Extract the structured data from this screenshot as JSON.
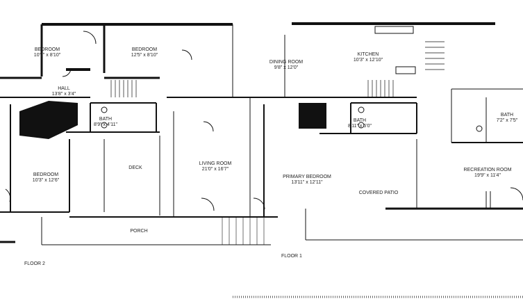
{
  "floors": [
    {
      "id": "floor-2",
      "label": "FLOOR 2"
    },
    {
      "id": "floor-1",
      "label": "FLOOR 1"
    }
  ],
  "rooms": [
    {
      "id": "bedroom-top-left",
      "name": "BEDROOM",
      "dims": "10'9\" x 8'10\""
    },
    {
      "id": "bedroom-top-mid",
      "name": "BEDROOM",
      "dims": "12'5\" x 8'10\""
    },
    {
      "id": "hall",
      "name": "HALL",
      "dims": "13'8\" x 3'4\""
    },
    {
      "id": "bath-floor2",
      "name": "BATH",
      "dims": "8'9\" x 4'11\""
    },
    {
      "id": "bedroom-lower-left",
      "name": "BEDROOM",
      "dims": "10'3\" x 12'6\""
    },
    {
      "id": "deck",
      "name": "DECK",
      "dims": ""
    },
    {
      "id": "porch",
      "name": "PORCH",
      "dims": ""
    },
    {
      "id": "dining-room",
      "name": "DINING ROOM",
      "dims": "9'8\" x 12'0\""
    },
    {
      "id": "kitchen",
      "name": "KITCHEN",
      "dims": "10'3\" x 12'10\""
    },
    {
      "id": "living-room",
      "name": "LIVING ROOM",
      "dims": "21'0\" x 16'7\""
    },
    {
      "id": "bath-floor1",
      "name": "BATH",
      "dims": "8'11\" x 5'0\""
    },
    {
      "id": "primary-bedroom",
      "name": "PRIMARY BEDROOM",
      "dims": "13'11\" x 12'11\""
    },
    {
      "id": "bath-right",
      "name": "BATH",
      "dims": "7'2\" x 7'5\""
    },
    {
      "id": "recreation-room",
      "name": "RECREATION ROOM",
      "dims": "19'9\" x 11'4\""
    },
    {
      "id": "covered-patio",
      "name": "COVERED PATIO",
      "dims": ""
    }
  ]
}
